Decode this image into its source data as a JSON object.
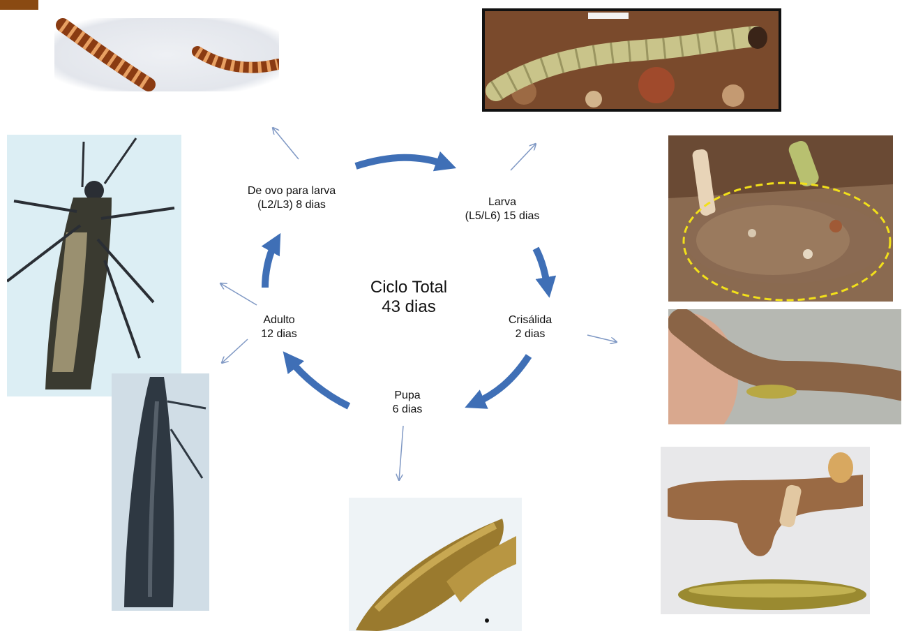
{
  "center": {
    "line1": "Ciclo Total",
    "line2": "43 dias"
  },
  "stages": {
    "egg_to_larva": {
      "line1": "De ovo para larva",
      "line2": "(L2/L3) 8 dias"
    },
    "larva": {
      "line1": "Larva",
      "line2": "(L5/L6) 15 dias"
    },
    "chrysalis": {
      "line1": "Crisálida",
      "line2": "2 dias"
    },
    "pupa": {
      "line1": "Pupa",
      "line2": "6 dias"
    },
    "adult": {
      "line1": "Adulto",
      "line2": "12 dias"
    }
  },
  "colors": {
    "cycle_arrow": "#3f6fb6",
    "pointer_arrow": "#7f98c4",
    "highlight_ellipse": "#f2e01a"
  },
  "photos": [
    "early-larvae-photo",
    "late-larva-photo",
    "chrysalis-cocoon-photo",
    "cocoon-opened-photo",
    "cocoon-and-pupa-photo",
    "pupa-closeup-photo",
    "adult-moth-photo",
    "adult-moth-resting-photo"
  ]
}
